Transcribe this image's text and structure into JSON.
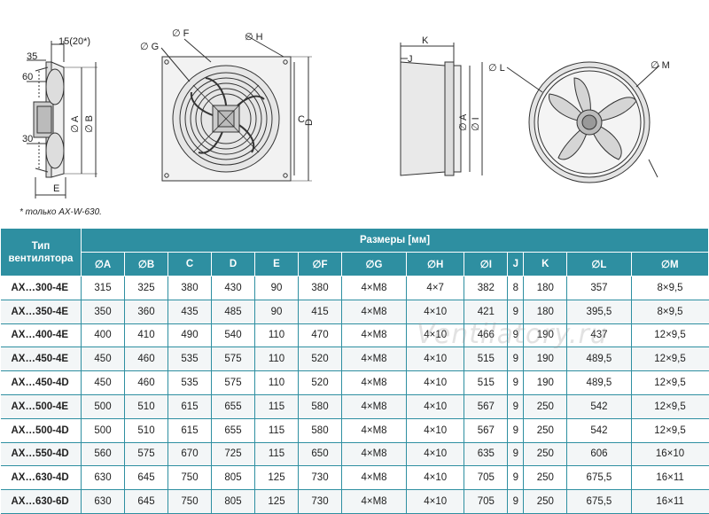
{
  "drawing_labels": {
    "side_15": "15(20*)",
    "side_35": "35",
    "side_60": "60",
    "side_30": "30",
    "side_A": "∅ A",
    "side_B": "∅ B",
    "side_E": "E",
    "front_G": "∅ G",
    "front_F": "∅ F",
    "front_H": "∅ H",
    "front_C": "C",
    "front_D": "D",
    "round_K": "K",
    "round_J": "J",
    "round_A": "∅ A",
    "round_I": "∅ I",
    "round_L": "∅ L",
    "round_M": "∅ M"
  },
  "note": "* только AX-W-630.",
  "watermark": "Ventilatory.ru",
  "table": {
    "type_header": "Тип вентилятора",
    "dims_header": "Размеры [мм]",
    "columns": [
      "∅A",
      "∅B",
      "C",
      "D",
      "E",
      "∅F",
      "∅G",
      "∅H",
      "∅I",
      "J",
      "K",
      "∅L",
      "∅M"
    ],
    "rows": [
      {
        "model": "AX…300-4E",
        "values": [
          "315",
          "325",
          "380",
          "430",
          "90",
          "380",
          "4×M8",
          "4×7",
          "382",
          "8",
          "180",
          "357",
          "8×9,5"
        ]
      },
      {
        "model": "AX…350-4E",
        "values": [
          "350",
          "360",
          "435",
          "485",
          "90",
          "415",
          "4×M8",
          "4×10",
          "421",
          "9",
          "180",
          "395,5",
          "8×9,5"
        ]
      },
      {
        "model": "AX…400-4E",
        "values": [
          "400",
          "410",
          "490",
          "540",
          "110",
          "470",
          "4×M8",
          "4×10",
          "466",
          "9",
          "190",
          "437",
          "12×9,5"
        ]
      },
      {
        "model": "AX…450-4E",
        "values": [
          "450",
          "460",
          "535",
          "575",
          "110",
          "520",
          "4×M8",
          "4×10",
          "515",
          "9",
          "190",
          "489,5",
          "12×9,5"
        ]
      },
      {
        "model": "AX…450-4D",
        "values": [
          "450",
          "460",
          "535",
          "575",
          "110",
          "520",
          "4×M8",
          "4×10",
          "515",
          "9",
          "190",
          "489,5",
          "12×9,5"
        ]
      },
      {
        "model": "AX…500-4E",
        "values": [
          "500",
          "510",
          "615",
          "655",
          "115",
          "580",
          "4×M8",
          "4×10",
          "567",
          "9",
          "250",
          "542",
          "12×9,5"
        ]
      },
      {
        "model": "AX…500-4D",
        "values": [
          "500",
          "510",
          "615",
          "655",
          "115",
          "580",
          "4×M8",
          "4×10",
          "567",
          "9",
          "250",
          "542",
          "12×9,5"
        ]
      },
      {
        "model": "AX…550-4D",
        "values": [
          "560",
          "575",
          "670",
          "725",
          "115",
          "650",
          "4×M8",
          "4×10",
          "635",
          "9",
          "250",
          "606",
          "16×10"
        ]
      },
      {
        "model": "AX…630-4D",
        "values": [
          "630",
          "645",
          "750",
          "805",
          "125",
          "730",
          "4×M8",
          "4×10",
          "705",
          "9",
          "250",
          "675,5",
          "16×11"
        ]
      },
      {
        "model": "AX…630-6D",
        "values": [
          "630",
          "645",
          "750",
          "805",
          "125",
          "730",
          "4×M8",
          "4×10",
          "705",
          "9",
          "250",
          "675,5",
          "16×11"
        ]
      }
    ]
  }
}
